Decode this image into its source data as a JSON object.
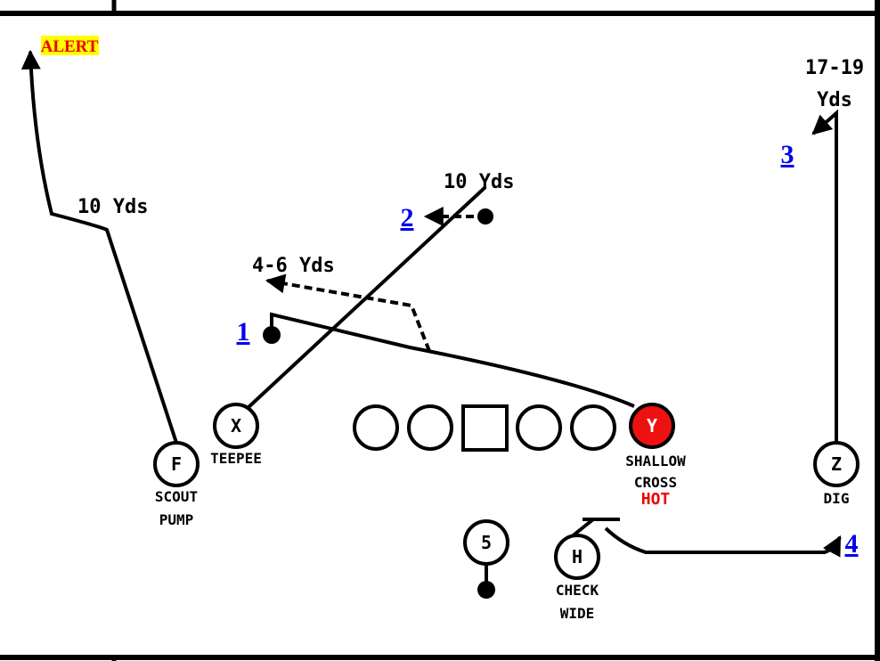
{
  "colors": {
    "line": "#000000",
    "hot_player_fill": "#ee1111",
    "hot_text": "#ee0000",
    "alert_highlight": "#ffff00",
    "read_number": "#0000ee"
  },
  "alert": {
    "label": "ALERT"
  },
  "distances": {
    "f_break": "10 Yds",
    "x_break": "10 Yds",
    "y_break": "4-6 Yds",
    "z_break_line1": "17-19",
    "z_break_line2": "Yds"
  },
  "reads": {
    "read1": "1",
    "read2": "2",
    "read3": "3",
    "read4": "4"
  },
  "players": {
    "f": {
      "letter": "F",
      "route_line1": "SCOUT",
      "route_line2": "PUMP"
    },
    "x": {
      "letter": "X",
      "route_line1": "TEEPEE"
    },
    "y": {
      "letter": "Y",
      "route_line1": "SHALLOW",
      "route_line2": "CROSS",
      "tag": "HOT"
    },
    "z": {
      "letter": "Z",
      "route_line1": "DIG"
    },
    "h": {
      "letter": "H",
      "route_line1": "CHECK",
      "route_line2": "WIDE"
    },
    "back": {
      "letter": "5"
    }
  }
}
